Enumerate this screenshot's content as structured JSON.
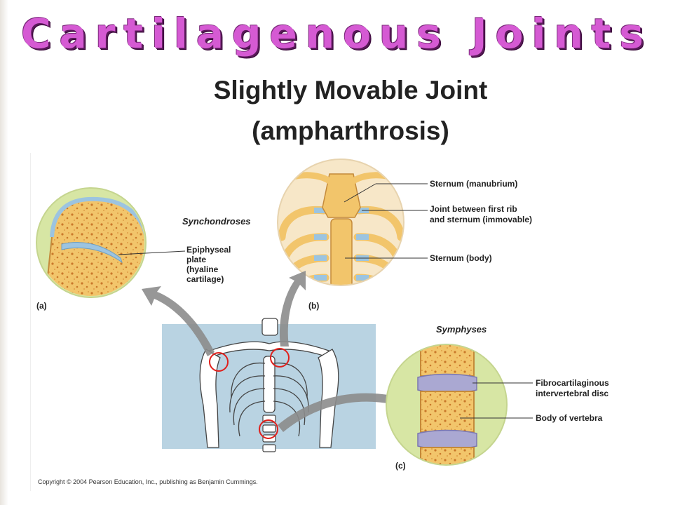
{
  "slide": {
    "title": "Cartilagenous Joints",
    "subtitle_line1": "Slightly Movable Joint",
    "subtitle_line2": "(ampharthrosis)"
  },
  "figure": {
    "panel_a": {
      "letter": "(a)",
      "section": "Synchondroses",
      "label_lines": [
        "Epiphyseal",
        "plate",
        "(hyaline",
        "cartilage)"
      ]
    },
    "panel_b": {
      "letter": "(b)",
      "labels": {
        "manubrium": "Sternum (manubrium)",
        "joint_line1": "Joint between first rib",
        "joint_line2": "and sternum (immovable)",
        "body": "Sternum (body)"
      }
    },
    "panel_c": {
      "letter": "(c)",
      "section": "Symphyses",
      "labels": {
        "disc_line1": "Fibrocartilaginous",
        "disc_line2": "intervertebral disc",
        "vertebra": "Body of vertebra"
      }
    },
    "copyright": "Copyright © 2004 Pearson Education, Inc., publishing as Benjamin Cummings."
  },
  "colors": {
    "title": "#d55ad3",
    "bone": "#f2c56b",
    "cartilage": "#9cc4e0",
    "marker": "#e0201c",
    "arrow": "#8c8c8c",
    "backdrop": "#b9d3e2"
  }
}
